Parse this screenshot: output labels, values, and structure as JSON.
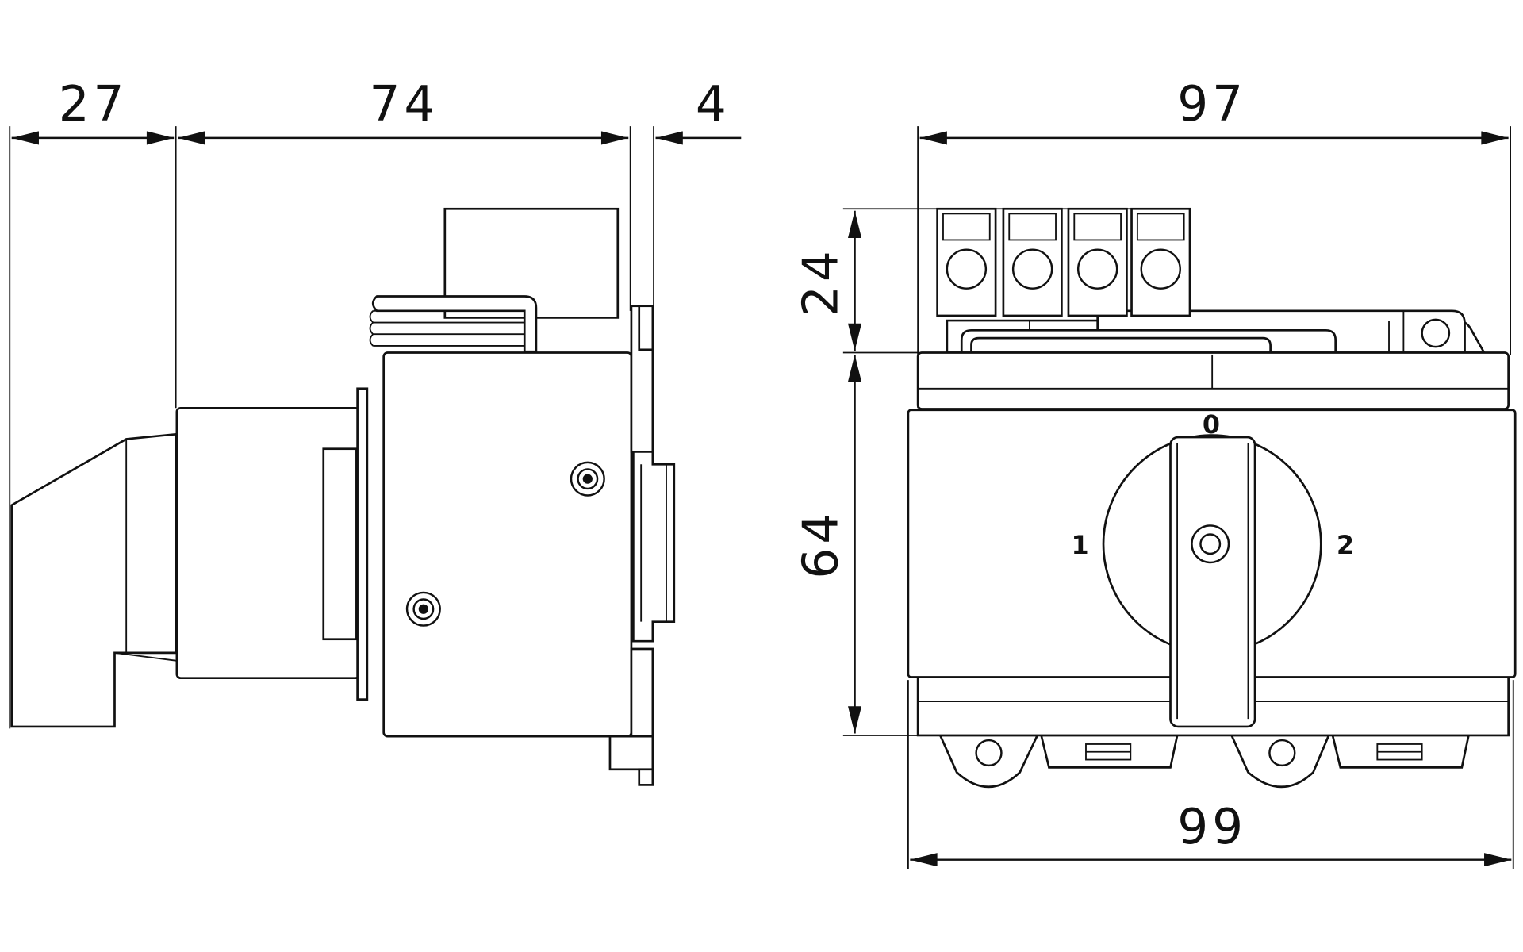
{
  "drawing": {
    "side_view": {
      "dimensions": {
        "knob_depth": "27",
        "body_depth": "74",
        "rail_offset": "4"
      }
    },
    "front_view": {
      "dimensions": {
        "width_top": "97",
        "terminal_height": "24",
        "body_height": "64",
        "width_bottom": "99"
      },
      "switch_positions": {
        "off": "0",
        "pos1": "1",
        "pos2": "2"
      }
    },
    "line_color": "#111111"
  }
}
